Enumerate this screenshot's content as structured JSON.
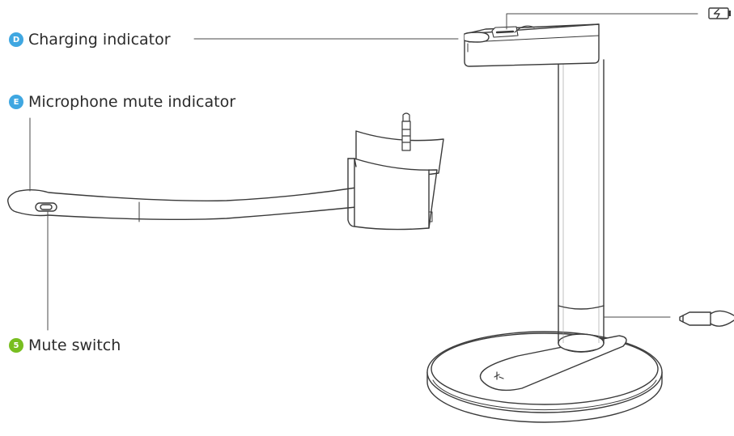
{
  "callouts": [
    {
      "id": "D",
      "text": "Charging indicator",
      "badge_color": "#3fa7e1"
    },
    {
      "id": "E",
      "text": "Microphone mute indicator",
      "badge_color": "#3fa7e1"
    },
    {
      "id": "5",
      "text": "Mute switch",
      "badge_color": "#78be20"
    }
  ],
  "icons": {
    "battery": "battery-charging-icon",
    "usb": "usb-cable-icon",
    "logo": "razer-logo-icon"
  },
  "colors": {
    "line": "#3a3a3a",
    "text": "#2b2b2b",
    "fill": "#ffffff"
  }
}
